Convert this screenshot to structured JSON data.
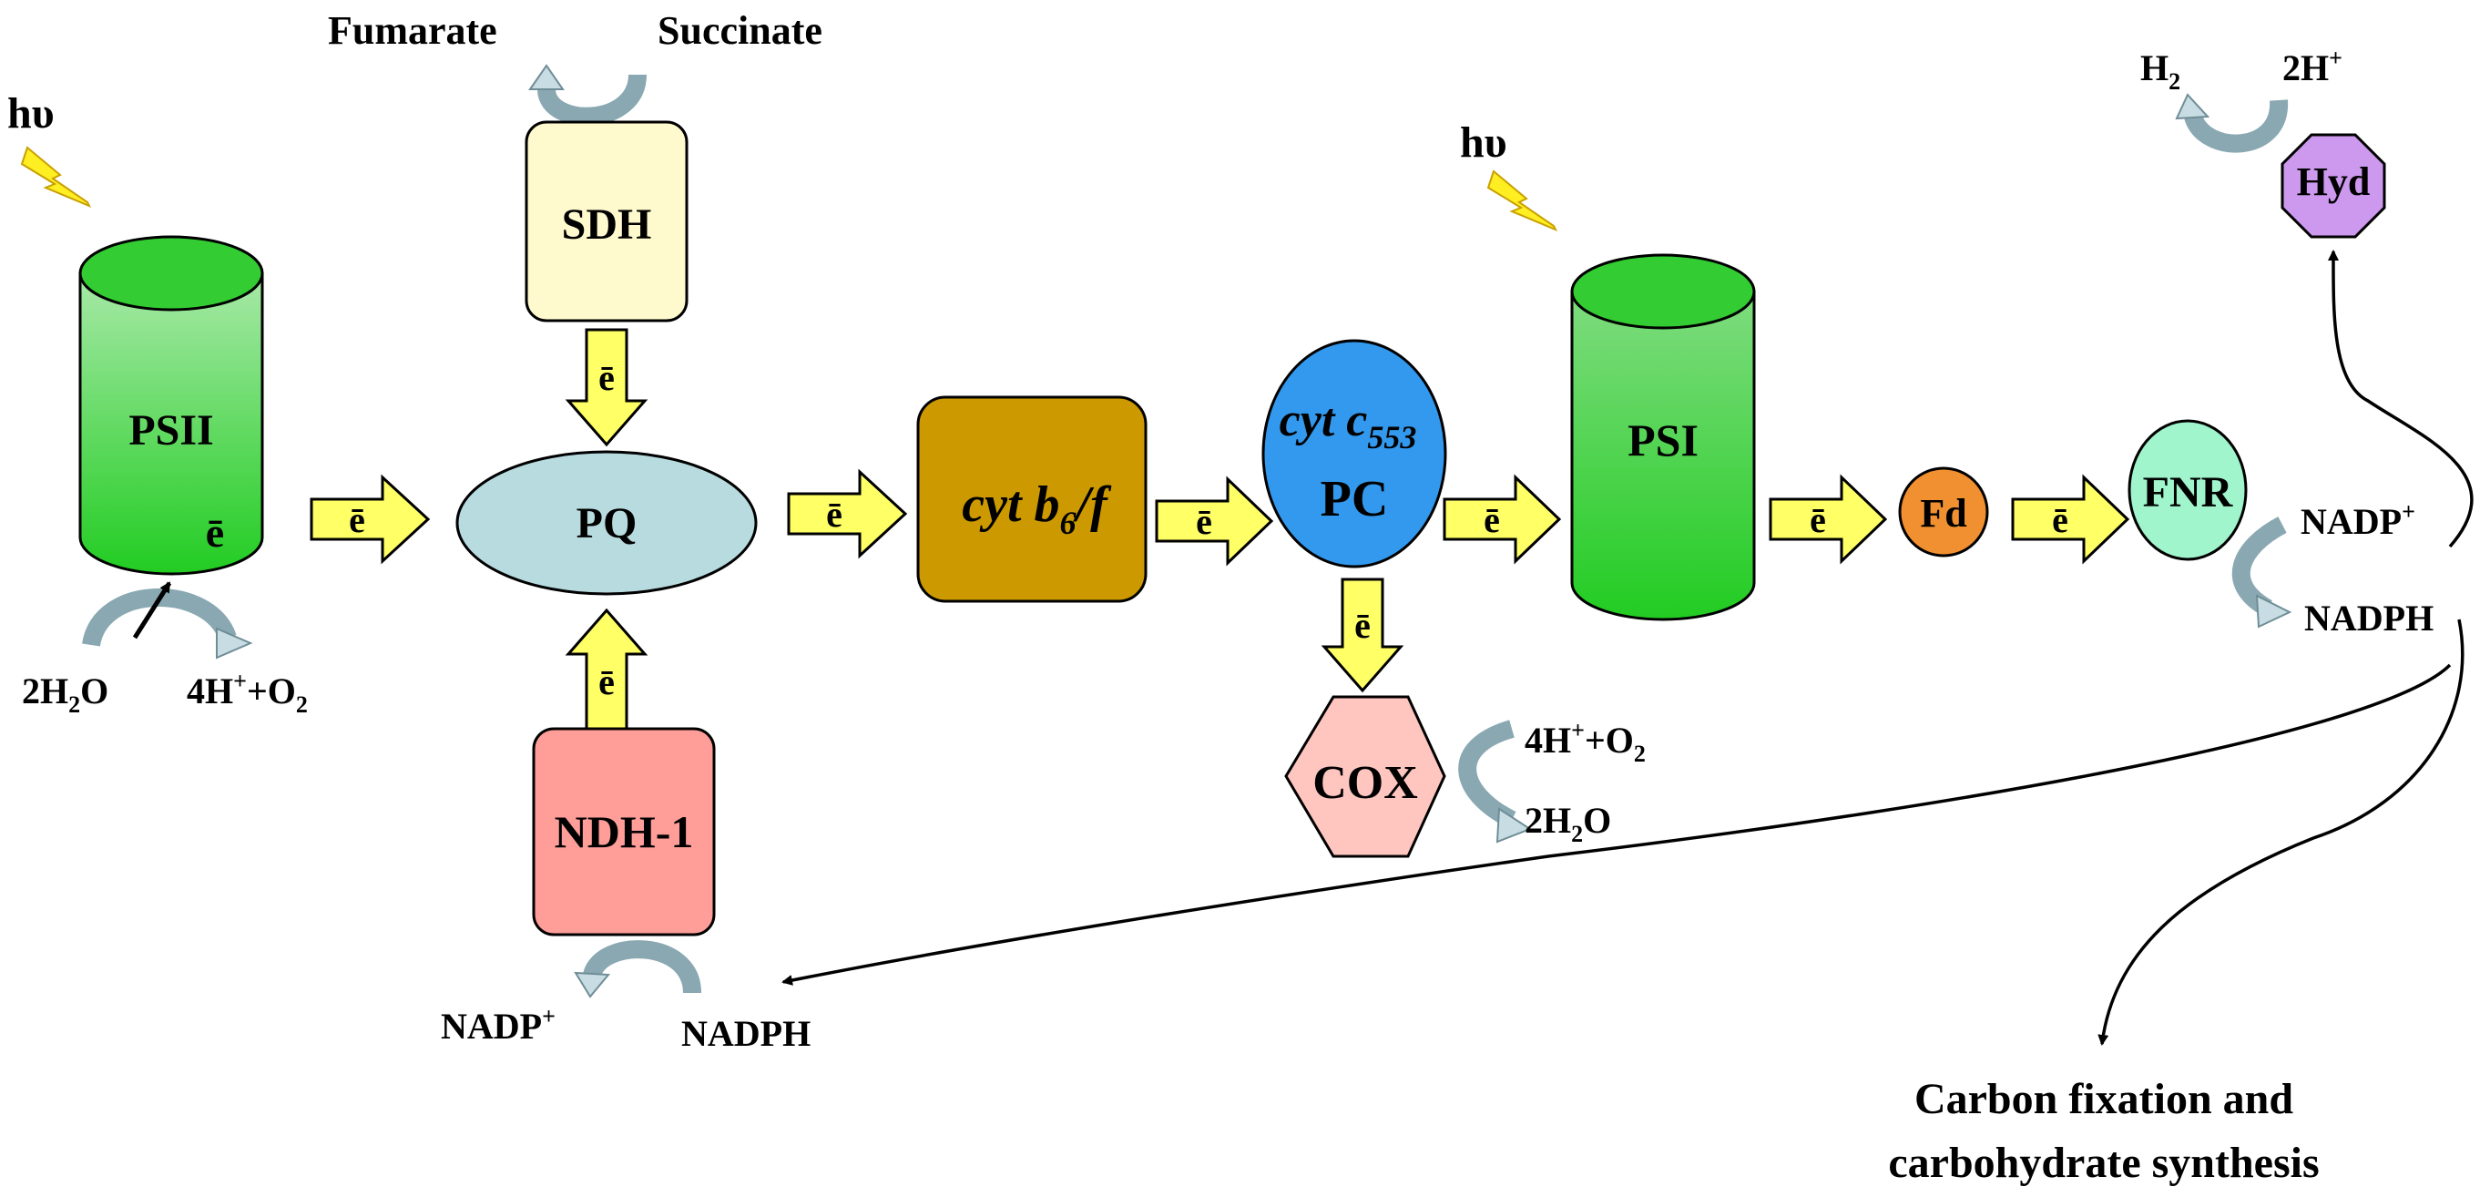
{
  "light": {
    "label": "hυ"
  },
  "electron": {
    "label": "ē"
  },
  "psii": {
    "label": "PSII",
    "electron": "ē",
    "substrate": [
      "2H",
      "2",
      "O"
    ],
    "products": [
      "4H",
      "+",
      "+O",
      "2"
    ]
  },
  "sdh": {
    "label": "SDH",
    "substrate": "Succinate",
    "product": "Fumarate"
  },
  "pq": {
    "label": "PQ"
  },
  "ndh1": {
    "label": "NDH-1",
    "substrate": "NADPH",
    "product": [
      "NADP",
      "+"
    ]
  },
  "cytb6f": {
    "label": [
      "cyt b",
      "6",
      "/f"
    ]
  },
  "cytc": {
    "line1": [
      "cyt c",
      "553"
    ],
    "line2": "PC"
  },
  "cox": {
    "label": "COX",
    "substrate": [
      "4H",
      "+",
      "+O",
      "2"
    ],
    "product": [
      "2H",
      "2",
      "O"
    ]
  },
  "psi": {
    "label": "PSI"
  },
  "fd": {
    "label": "Fd"
  },
  "fnr": {
    "label": "FNR",
    "substrate": [
      "NADP",
      "+"
    ],
    "product": "NADPH"
  },
  "hyd": {
    "label": "Hyd",
    "substrate": [
      "2H",
      "+"
    ],
    "product": [
      "H",
      "2"
    ]
  },
  "carbon": {
    "line1": "Carbon fixation and",
    "line2": "carbohydrate synthesis"
  },
  "colors": {
    "psii_top": "#33cc33",
    "psii_body": "#66dd66",
    "sdh": "#fffacd",
    "pq": "#b8dbe0",
    "ndh1": "#ff9e99",
    "cytb6f": "#cc9900",
    "cytc": "#3399ee",
    "cox": "#ffc6c0",
    "psi_top": "#33cc33",
    "fd": "#f09030",
    "fnr": "#a0f5cc",
    "hyd": "#cc99ee",
    "arrow": "#ffff66"
  }
}
